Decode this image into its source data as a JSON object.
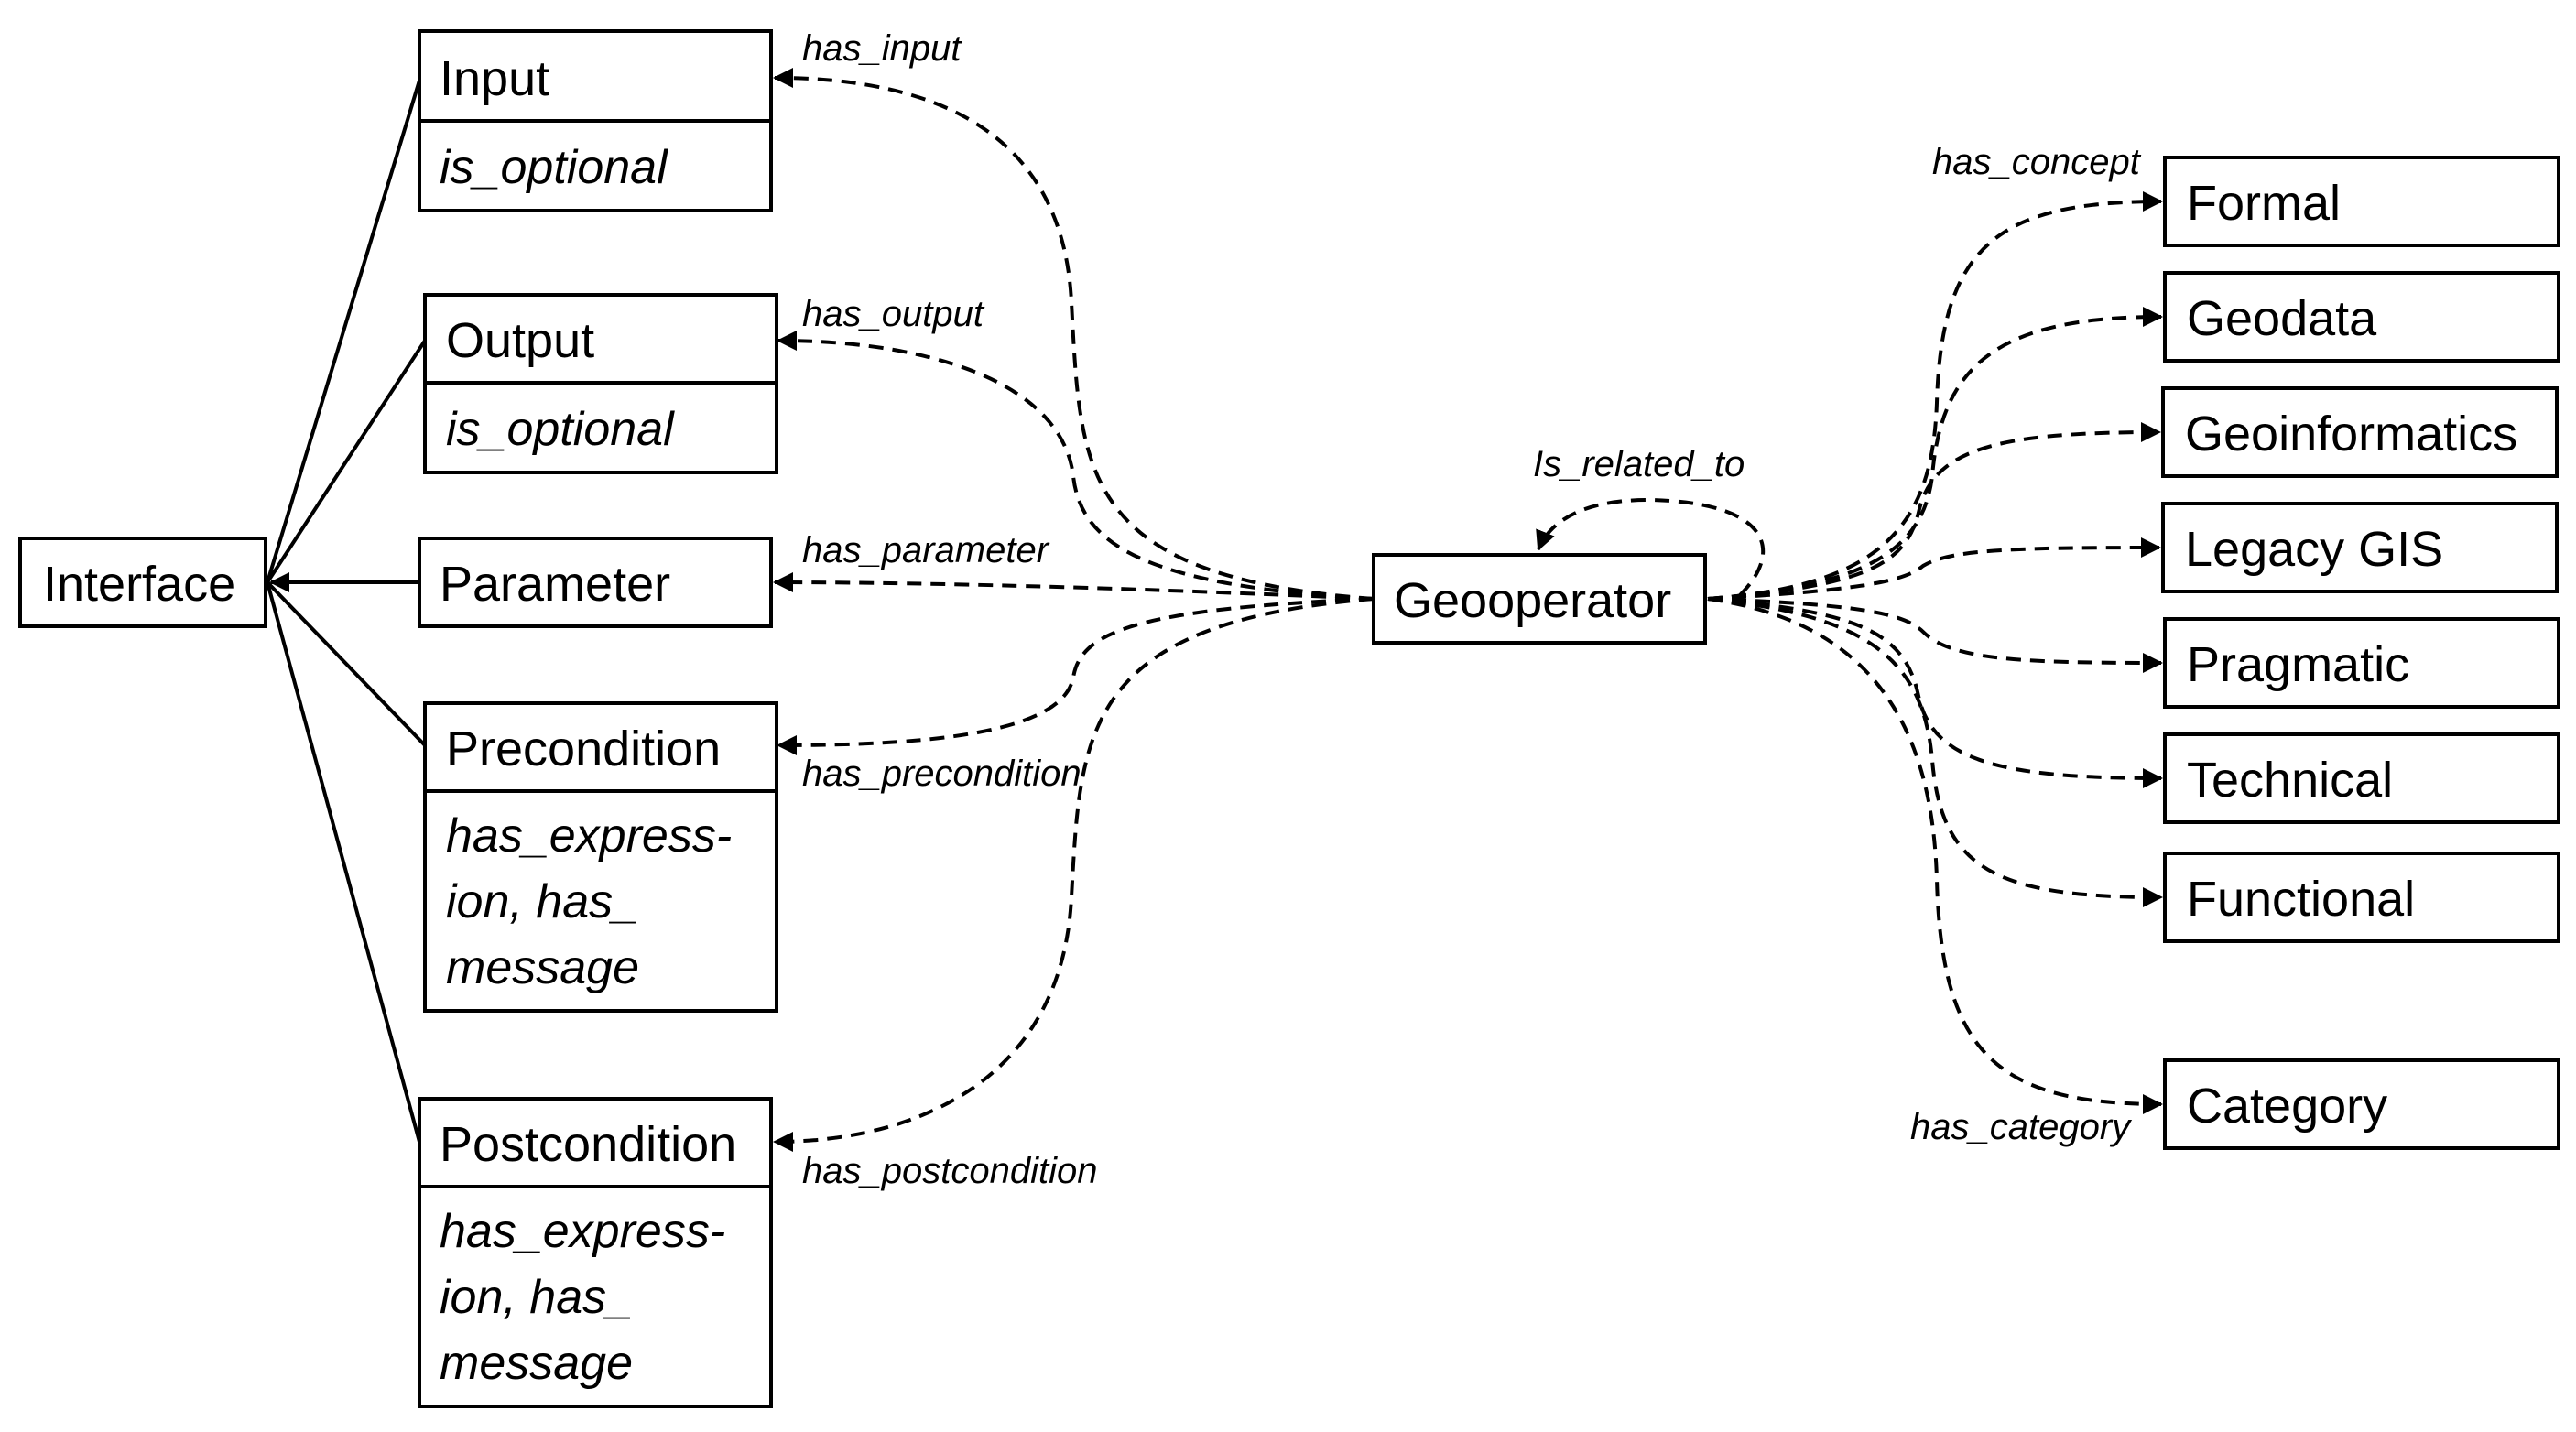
{
  "nodes": {
    "interface": {
      "label": "Interface"
    },
    "input": {
      "label": "Input",
      "attrs": [
        "is_optional"
      ]
    },
    "output": {
      "label": "Output",
      "attrs": [
        "is_optional"
      ]
    },
    "parameter": {
      "label": "Parameter"
    },
    "precondition": {
      "label": "Precondition",
      "attrs": [
        "has_express-",
        "ion, has_",
        "message"
      ]
    },
    "postcondition": {
      "label": "Postcondition",
      "attrs": [
        "has_express-",
        "ion, has_",
        "message"
      ]
    },
    "geooperator": {
      "label": "Geooperator"
    },
    "formal": {
      "label": "Formal"
    },
    "geodata": {
      "label": "Geodata"
    },
    "geoinformatics": {
      "label": "Geoinformatics"
    },
    "legacy_gis": {
      "label": "Legacy GIS"
    },
    "pragmatic": {
      "label": "Pragmatic"
    },
    "technical": {
      "label": "Technical"
    },
    "functional": {
      "label": "Functional"
    },
    "category": {
      "label": "Category"
    }
  },
  "edges": {
    "has_input": "has_input",
    "has_output": "has_output",
    "has_parameter": "has_parameter",
    "has_precondition": "has_precondition",
    "has_postcondition": "has_postcondition",
    "is_related_to": "Is_related_to",
    "has_concept": "has_concept",
    "has_category": "has_category"
  }
}
